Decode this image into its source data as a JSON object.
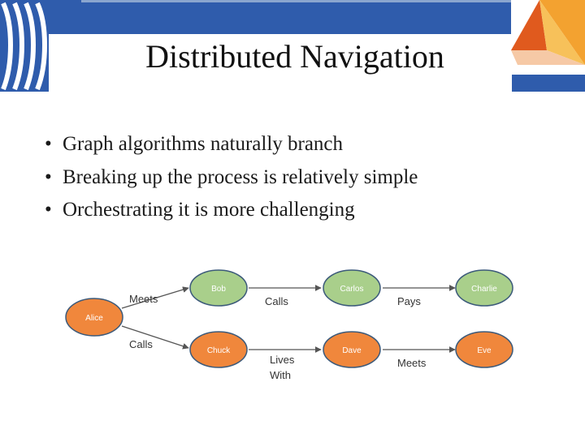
{
  "slide": {
    "title": "Distributed Navigation",
    "bullets": [
      "Graph algorithms naturally branch",
      "Breaking up the process is relatively simple",
      "Orchestrating it is more challenging"
    ]
  },
  "diagram": {
    "nodes": {
      "alice": "Alice",
      "bob": "Bob",
      "chuck": "Chuck",
      "carlos": "Carlos",
      "dave": "Dave",
      "charlie": "Charlie",
      "eve": "Eve"
    },
    "edges": {
      "meets_top": "Meets",
      "calls_bottom": "Calls",
      "calls_top": "Calls",
      "lives_with_1": "Lives",
      "lives_with_2": "With",
      "pays": "Pays",
      "meets_bottom": "Meets"
    },
    "colors": {
      "green_node": "#a9cf8b",
      "orange_node": "#f0873c",
      "node_stroke": "#3c5a7a",
      "header_blue": "#2f5cac"
    }
  }
}
